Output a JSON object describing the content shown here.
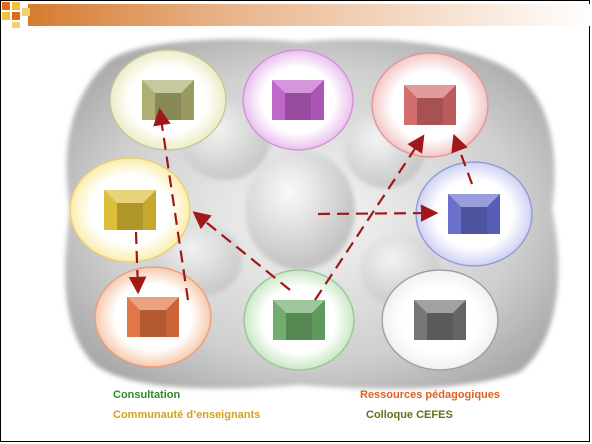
{
  "legend": {
    "consultation": "Consultation",
    "ressources": "Ressources pédagogiques",
    "communaute": "Communauté d’enseignants",
    "colloque": "Colloque CEFES"
  },
  "colors": {
    "consultation": "#2e8b2e",
    "ressources": "#e0601c",
    "communaute": "#d4a020",
    "colloque": "#6b6b1a",
    "arrow": "#a01818",
    "header_accent": "#e26a1c",
    "header_accent2": "#f0b030"
  },
  "nodes": [
    {
      "id": "olive",
      "color": "#a9ab6c",
      "glow": "#efeecb"
    },
    {
      "id": "purple",
      "color": "#bd5fc8",
      "glow": "#ecc6f0"
    },
    {
      "id": "red",
      "color": "#d06666",
      "glow": "#f4cccc"
    },
    {
      "id": "yellow",
      "color": "#dcbb33",
      "glow": "#fbefb5"
    },
    {
      "id": "blue",
      "color": "#6268c8",
      "glow": "#d2d6f3"
    },
    {
      "id": "orange",
      "color": "#e07040",
      "glow": "#f7cfb5"
    },
    {
      "id": "green",
      "color": "#6aaa66",
      "glow": "#cfeacb"
    },
    {
      "id": "gray",
      "color": "#707070",
      "glow": "#f2f2f2"
    }
  ]
}
